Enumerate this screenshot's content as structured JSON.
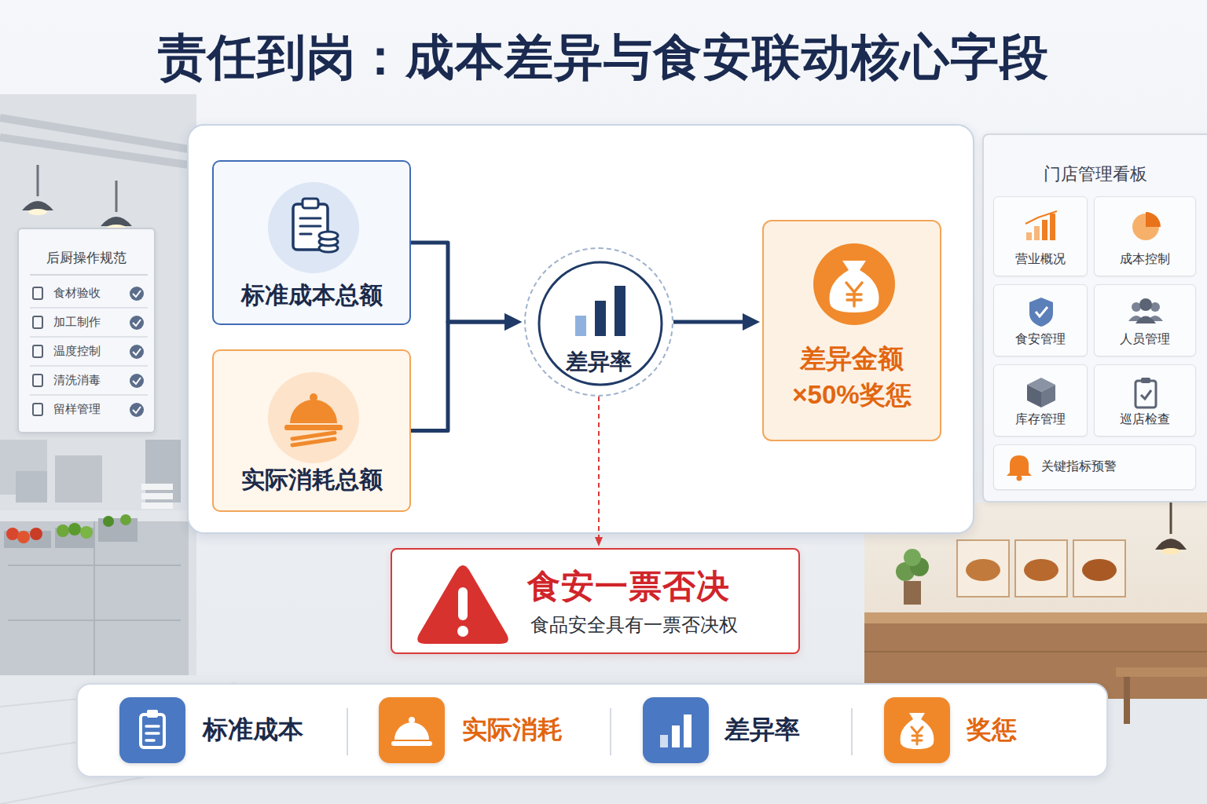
{
  "diagram": {
    "title": "责任到岗：成本差异与食安联动核心字段",
    "nodes": [
      {
        "text": [
          "后厨操作规范"
        ]
      },
      {
        "text": [
          "标准成本总额"
        ]
      },
      {
        "text": [
          "实际消耗总额"
        ]
      },
      {
        "text": [
          "差异率"
        ]
      },
      {
        "text": [
          "差异金额 ×50%奖惩"
        ]
      },
      {
        "text": [
          "门店管理看板"
        ]
      },
      {
        "text": [
          "营业概况"
        ],
        "in": 5
      },
      {
        "text": [
          "成本控制"
        ],
        "in": 5
      },
      {
        "text": [
          "食安管理"
        ],
        "in": 5
      },
      {
        "text": [
          "人员管理"
        ],
        "in": 5
      },
      {
        "text": [
          "库存管理"
        ],
        "in": 5
      },
      {
        "text": [
          "巡店检查"
        ],
        "in": 5
      },
      {
        "text": [
          "关键指标预警"
        ],
        "in": 5
      },
      {
        "text": [
          "食安一票否决",
          "食品安全具有一票否决权"
        ]
      }
    ],
    "edges": [
      {
        "from": 1,
        "to": 3,
        "arrow": "to"
      },
      {
        "from": 2,
        "to": 3,
        "arrow": "to"
      },
      {
        "from": 3,
        "to": 4,
        "arrow": "to"
      },
      {
        "from": 3,
        "to": 13,
        "arrow": "to"
      }
    ],
    "labels": [
      "食材验收",
      "加工制作",
      "温度控制",
      "清洗消毒",
      "留样管理"
    ],
    "legend": [
      {
        "text": "标准成本",
        "color": "#4a78c2"
      },
      {
        "text": "实际消耗",
        "color": "#f0882a"
      },
      {
        "text": "差异率",
        "color": "#4a78c2"
      },
      {
        "text": "奖惩",
        "color": "#f0882a"
      }
    ]
  }
}
